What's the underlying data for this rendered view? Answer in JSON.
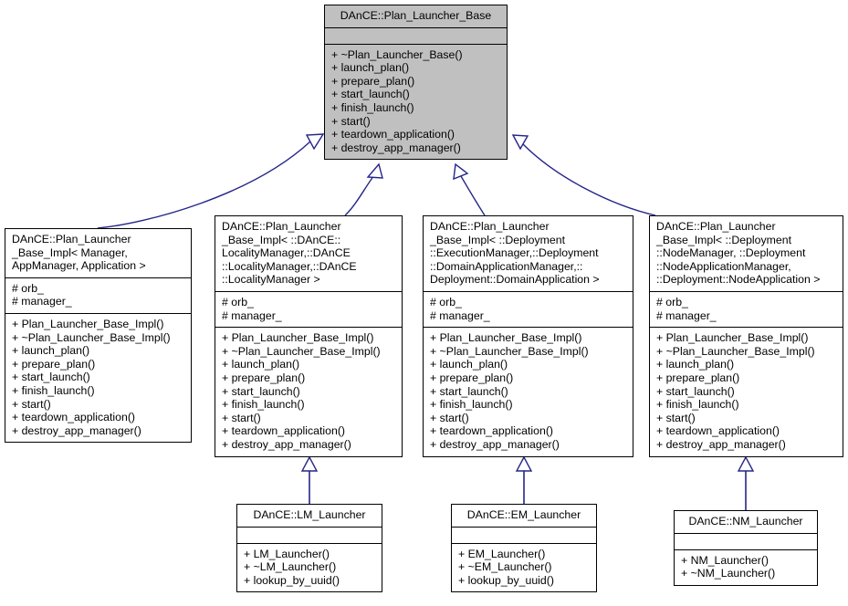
{
  "diagram": {
    "type": "uml-class-inheritance",
    "title": "DAnCE::Plan_Launcher_Base inheritance diagram",
    "colors": {
      "base_fill": "#c0c0c0",
      "node_fill": "#ffffff",
      "border": "#000000",
      "edge": "#25258a",
      "background": "#ffffff"
    }
  },
  "nodes": {
    "base": {
      "name": "DAnCE::Plan_Launcher_Base",
      "attributes": [],
      "operations": [
        "+ ~Plan_Launcher_Base()",
        "+ launch_plan()",
        "+ prepare_plan()",
        "+ start_launch()",
        "+ finish_launch()",
        "+ start()",
        "+ teardown_application()",
        "+ destroy_app_manager()"
      ]
    },
    "impl_manager": {
      "name": "DAnCE::Plan_Launcher\n_Base_Impl< Manager,\n   AppManager, Application >",
      "attributes": [
        "# orb_",
        "# manager_"
      ],
      "operations": [
        "+ Plan_Launcher_Base_Impl()",
        "+ ~Plan_Launcher_Base_Impl()",
        "+ launch_plan()",
        "+ prepare_plan()",
        "+ start_launch()",
        "+ finish_launch()",
        "+ start()",
        "+ teardown_application()",
        "+ destroy_app_manager()"
      ]
    },
    "impl_locality": {
      "name": "DAnCE::Plan_Launcher\n_Base_Impl< ::DAnCE::\nLocalityManager,::DAnCE\n::LocalityManager,::DAnCE\n        ::LocalityManager >",
      "attributes": [
        "# orb_",
        "# manager_"
      ],
      "operations": [
        "+ Plan_Launcher_Base_Impl()",
        "+ ~Plan_Launcher_Base_Impl()",
        "+ launch_plan()",
        "+ prepare_plan()",
        "+ start_launch()",
        "+ finish_launch()",
        "+ start()",
        "+ teardown_application()",
        "+ destroy_app_manager()"
      ]
    },
    "impl_execution": {
      "name": "DAnCE::Plan_Launcher\n_Base_Impl< ::Deployment\n::ExecutionManager,::Deployment\n::DomainApplicationManager,::\nDeployment::DomainApplication >",
      "attributes": [
        "# orb_",
        "# manager_"
      ],
      "operations": [
        "+ Plan_Launcher_Base_Impl()",
        "+ ~Plan_Launcher_Base_Impl()",
        "+ launch_plan()",
        "+ prepare_plan()",
        "+ start_launch()",
        "+ finish_launch()",
        "+ start()",
        "+ teardown_application()",
        "+ destroy_app_manager()"
      ]
    },
    "impl_node": {
      "name": "DAnCE::Plan_Launcher\n_Base_Impl< ::Deployment\n::NodeManager, ::Deployment\n::NodeApplicationManager,\n::Deployment::NodeApplication >",
      "attributes": [
        "# orb_",
        "# manager_"
      ],
      "operations": [
        "+ Plan_Launcher_Base_Impl()",
        "+ ~Plan_Launcher_Base_Impl()",
        "+ launch_plan()",
        "+ prepare_plan()",
        "+ start_launch()",
        "+ finish_launch()",
        "+ start()",
        "+ teardown_application()",
        "+ destroy_app_manager()"
      ]
    },
    "lm_launcher": {
      "name": "DAnCE::LM_Launcher",
      "attributes": [],
      "operations": [
        "+ LM_Launcher()",
        "+ ~LM_Launcher()",
        "+ lookup_by_uuid()"
      ]
    },
    "em_launcher": {
      "name": "DAnCE::EM_Launcher",
      "attributes": [],
      "operations": [
        "+ EM_Launcher()",
        "+ ~EM_Launcher()",
        "+ lookup_by_uuid()"
      ]
    },
    "nm_launcher": {
      "name": "DAnCE::NM_Launcher",
      "attributes": [],
      "operations": [
        "+ NM_Launcher()",
        "+ ~NM_Launcher()"
      ]
    }
  },
  "edges": [
    {
      "from": "impl_manager",
      "to": "base",
      "kind": "inheritance"
    },
    {
      "from": "impl_locality",
      "to": "base",
      "kind": "inheritance"
    },
    {
      "from": "impl_execution",
      "to": "base",
      "kind": "inheritance"
    },
    {
      "from": "impl_node",
      "to": "base",
      "kind": "inheritance"
    },
    {
      "from": "lm_launcher",
      "to": "impl_locality",
      "kind": "inheritance"
    },
    {
      "from": "em_launcher",
      "to": "impl_execution",
      "kind": "inheritance"
    },
    {
      "from": "nm_launcher",
      "to": "impl_node",
      "kind": "inheritance"
    }
  ]
}
